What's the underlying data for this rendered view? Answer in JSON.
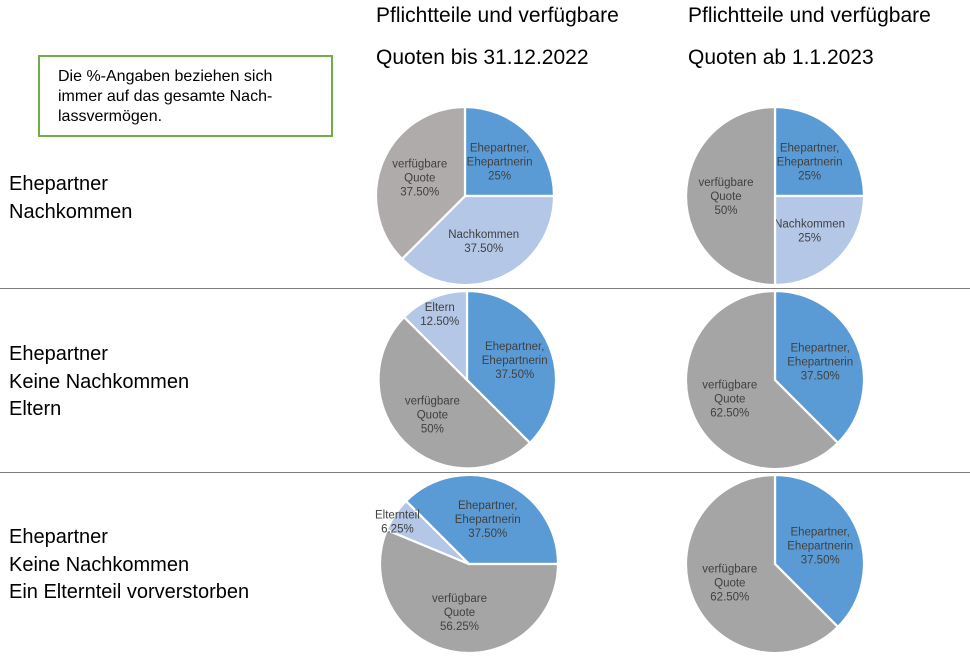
{
  "headers": [
    {
      "line1": "Pflichtteile und verfügbare",
      "line2": "Quoten bis 31.12.2022"
    },
    {
      "line1": "Pflichtteile und verfügbare",
      "line2": "Quoten ab 1.1.2023"
    }
  ],
  "note": {
    "lines": [
      "Die %-Angaben beziehen sich",
      "immer auf das gesamte Nach-",
      "lassvermögen."
    ],
    "border_color": "#70ad47"
  },
  "rows": [
    {
      "lines": [
        "Ehepartner",
        "Nachkommen"
      ]
    },
    {
      "lines": [
        "Ehepartner",
        "Keine Nachkommen",
        "Eltern"
      ]
    },
    {
      "lines": [
        "Ehepartner",
        "Keine Nachkommen",
        "Ein Elternteil vorverstorben"
      ]
    }
  ],
  "colors": {
    "ehepartner": "#5b9bd5",
    "nachkommen": "#b4c7e7",
    "eltern": "#b4c7e7",
    "quote_gray": "#a5a5a5",
    "quote_taupe": "#afabab",
    "divider": "#7f7f7f"
  },
  "chart_data": [
    {
      "type": "pie",
      "row": 0,
      "column": 0,
      "slices": [
        {
          "label": [
            "Ehepartner,",
            "Ehepartnerin"
          ],
          "value_label": "25%",
          "value": 25,
          "color": "#5b9bd5"
        },
        {
          "label": [
            "Nachkommen"
          ],
          "value_label": "37.50%",
          "value": 37.5,
          "color": "#b4c7e7"
        },
        {
          "label": [
            "verfügbare",
            "Quote"
          ],
          "value_label": "37.50%",
          "value": 37.5,
          "color": "#afabab"
        }
      ]
    },
    {
      "type": "pie",
      "row": 0,
      "column": 1,
      "slices": [
        {
          "label": [
            "Ehepartner,",
            "Ehepartnerin"
          ],
          "value_label": "25%",
          "value": 25,
          "color": "#5b9bd5"
        },
        {
          "label": [
            "Nachkommen"
          ],
          "value_label": "25%",
          "value": 25,
          "color": "#b4c7e7"
        },
        {
          "label": [
            "verfügbare",
            "Quote"
          ],
          "value_label": "50%",
          "value": 50,
          "color": "#a5a5a5"
        }
      ]
    },
    {
      "type": "pie",
      "row": 1,
      "column": 0,
      "slices": [
        {
          "label": [
            "Ehepartner,",
            "Ehepartnerin"
          ],
          "value_label": "37.50%",
          "value": 37.5,
          "color": "#5b9bd5"
        },
        {
          "label": [
            "verfügbare",
            "Quote"
          ],
          "value_label": "50%",
          "value": 50,
          "color": "#a5a5a5"
        },
        {
          "label": [
            "Eltern"
          ],
          "value_label": "12.50%",
          "value": 12.5,
          "color": "#b4c7e7"
        }
      ]
    },
    {
      "type": "pie",
      "row": 1,
      "column": 1,
      "slices": [
        {
          "label": [
            "Ehepartner,",
            "Ehepartnerin"
          ],
          "value_label": "37.50%",
          "value": 37.5,
          "color": "#5b9bd5"
        },
        {
          "label": [
            "verfügbare",
            "Quote"
          ],
          "value_label": "62.50%",
          "value": 62.5,
          "color": "#a5a5a5"
        }
      ]
    },
    {
      "type": "pie",
      "row": 2,
      "column": 0,
      "slices": [
        {
          "label": [
            "Ehepartner,",
            "Ehepartnerin"
          ],
          "value_label": "37.50%",
          "value": 37.5,
          "color": "#5b9bd5"
        },
        {
          "label": [
            "verfügbare",
            "Quote"
          ],
          "value_label": "56.25%",
          "value": 56.25,
          "color": "#a5a5a5"
        },
        {
          "label": [
            "Elternteil"
          ],
          "value_label": "6.25%",
          "value": 6.25,
          "color": "#b4c7e7"
        }
      ]
    },
    {
      "type": "pie",
      "row": 2,
      "column": 1,
      "slices": [
        {
          "label": [
            "Ehepartner,",
            "Ehepartnerin"
          ],
          "value_label": "37.50%",
          "value": 37.5,
          "color": "#5b9bd5"
        },
        {
          "label": [
            "verfügbare",
            "Quote"
          ],
          "value_label": "62.50%",
          "value": 62.5,
          "color": "#a5a5a5"
        }
      ]
    }
  ]
}
